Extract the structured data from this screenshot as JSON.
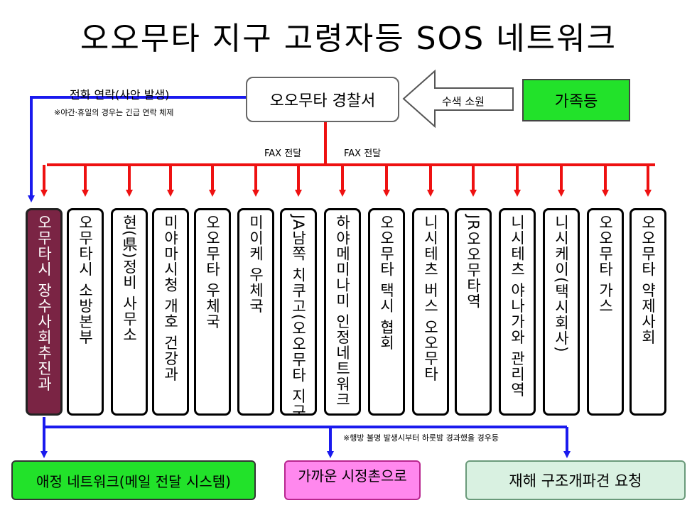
{
  "title": "오오무타 지구 고령자등 SOS 네트워크",
  "police": "오오무타 경찰서",
  "family": "가족등",
  "search_request": "수색 소원",
  "phone_contact": "전화 연락(사안 발생)",
  "night_note": "※야간·휴일의 경우는 긴급 연락 체제",
  "fax_left": "FAX 전달",
  "fax_right": "FAX 전달",
  "columns": [
    "오무타시 장수사회추진과",
    "오무타시 소방본부",
    "현(県)정비 사무소",
    "미야마시청 개호 건강과",
    "오오무타 우체국",
    "미이케 우체국",
    "JA남쪽 치쿠고(오오무타 지구)",
    "하야메미나미 인정네트워크",
    "오오무타 택시 협회",
    "니시테츠 버스 오오무타",
    "JR오오무타역",
    "니시테츠 야나가와 관리역",
    "니시케이(택시회사)",
    "오오무타 가스",
    "오오무타 약제사회"
  ],
  "bottom_note": "※행방 불명 발생시부터 하룻밤 경과했을 경우등",
  "aijo_network": "애정 네트워크(메일 전달 시스템)",
  "nearby_town": "가까운 시정촌으로",
  "disaster_request": "재해 구조개파견 요청",
  "colors": {
    "highlight_box": "#7a2444",
    "green_box": "#22e22a",
    "pink_box": "#ff88ee",
    "pale_green_box": "#d9f1e1",
    "red_arrow": "#ee1111",
    "blue_arrow": "#1a1aee"
  }
}
